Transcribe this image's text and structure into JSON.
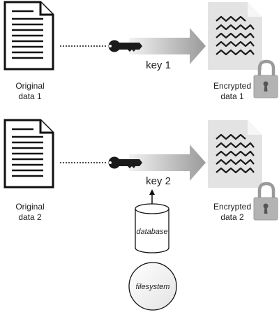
{
  "rows": [
    {
      "source_label_line1": "Original",
      "source_label_line2": "data 1",
      "key_label": "key 1",
      "target_label_line1": "Encrypted",
      "target_label_line2": "data 1"
    },
    {
      "source_label_line1": "Original",
      "source_label_line2": "data 2",
      "key_label": "key 2",
      "target_label_line1": "Encrypted",
      "target_label_line2": "data 2"
    }
  ],
  "stores": {
    "database_label": "database",
    "filesystem_label": "filesystem"
  },
  "colors": {
    "arrow_light": "#f2f2f2",
    "arrow_dark": "#9a9a9a",
    "doc_gray": "#e3e3e3",
    "lock_gray": "#b3b3b3",
    "outline": "#111111"
  }
}
